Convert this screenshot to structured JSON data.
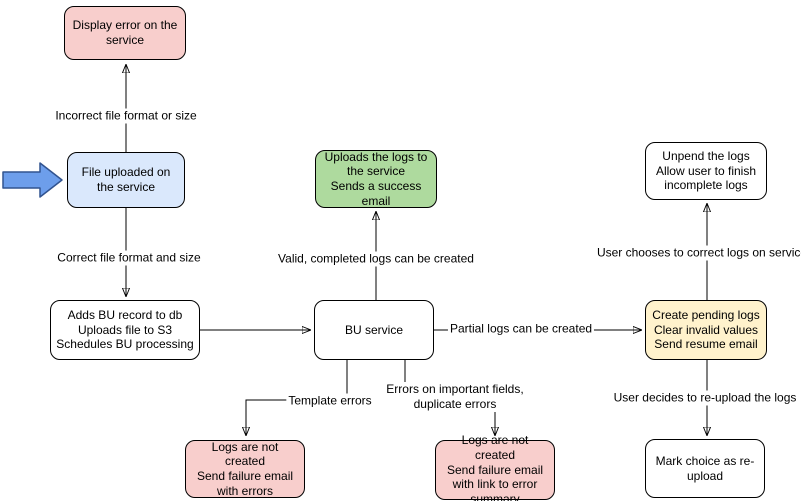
{
  "diagram": {
    "nodes": [
      {
        "id": "display-error",
        "label": "Display error on the service"
      },
      {
        "id": "file-uploaded",
        "label": "File uploaded on the service"
      },
      {
        "id": "adds-bu-record",
        "label": "Adds BU record to db\nUploads file to S3\nSchedules BU processing"
      },
      {
        "id": "uploads-logs-success",
        "label": "Uploads the logs to the service\nSends a success email"
      },
      {
        "id": "bu-service",
        "label": "BU service"
      },
      {
        "id": "unpend-logs",
        "label": "Unpend the logs\nAllow user to finish incomplete logs"
      },
      {
        "id": "create-pending-logs",
        "label": "Create pending logs\nClear invalid values\nSend resume email"
      },
      {
        "id": "logs-not-created-errors",
        "label": "Logs are not created\nSend failure email with errors"
      },
      {
        "id": "logs-not-created-summary",
        "label": "Logs are not created\nSend failure email with link to error summary"
      },
      {
        "id": "mark-choice-reupload",
        "label": "Mark choice as re-upload"
      }
    ],
    "edge_labels": [
      "Incorrect file format or size",
      "Correct file format and size",
      "Valid, completed logs can be created",
      "Partial logs can be created",
      "User chooses to correct logs on service",
      "Template errors",
      "Errors on important fields,\nduplicate errors",
      "User decides to re-upload the logs"
    ]
  },
  "colors": {
    "background": "#ffffff",
    "node_border": "#000000",
    "edge_line": "#000000",
    "pink_fill": "#f8cecc",
    "blue_fill": "#dae8fc",
    "green_fill": "#aeda9e",
    "yellow_fill": "#fff2cc",
    "white_fill": "#ffffff",
    "entry_arrow_fill": "#6d9eeb",
    "entry_arrow_stroke": "#31538f"
  }
}
